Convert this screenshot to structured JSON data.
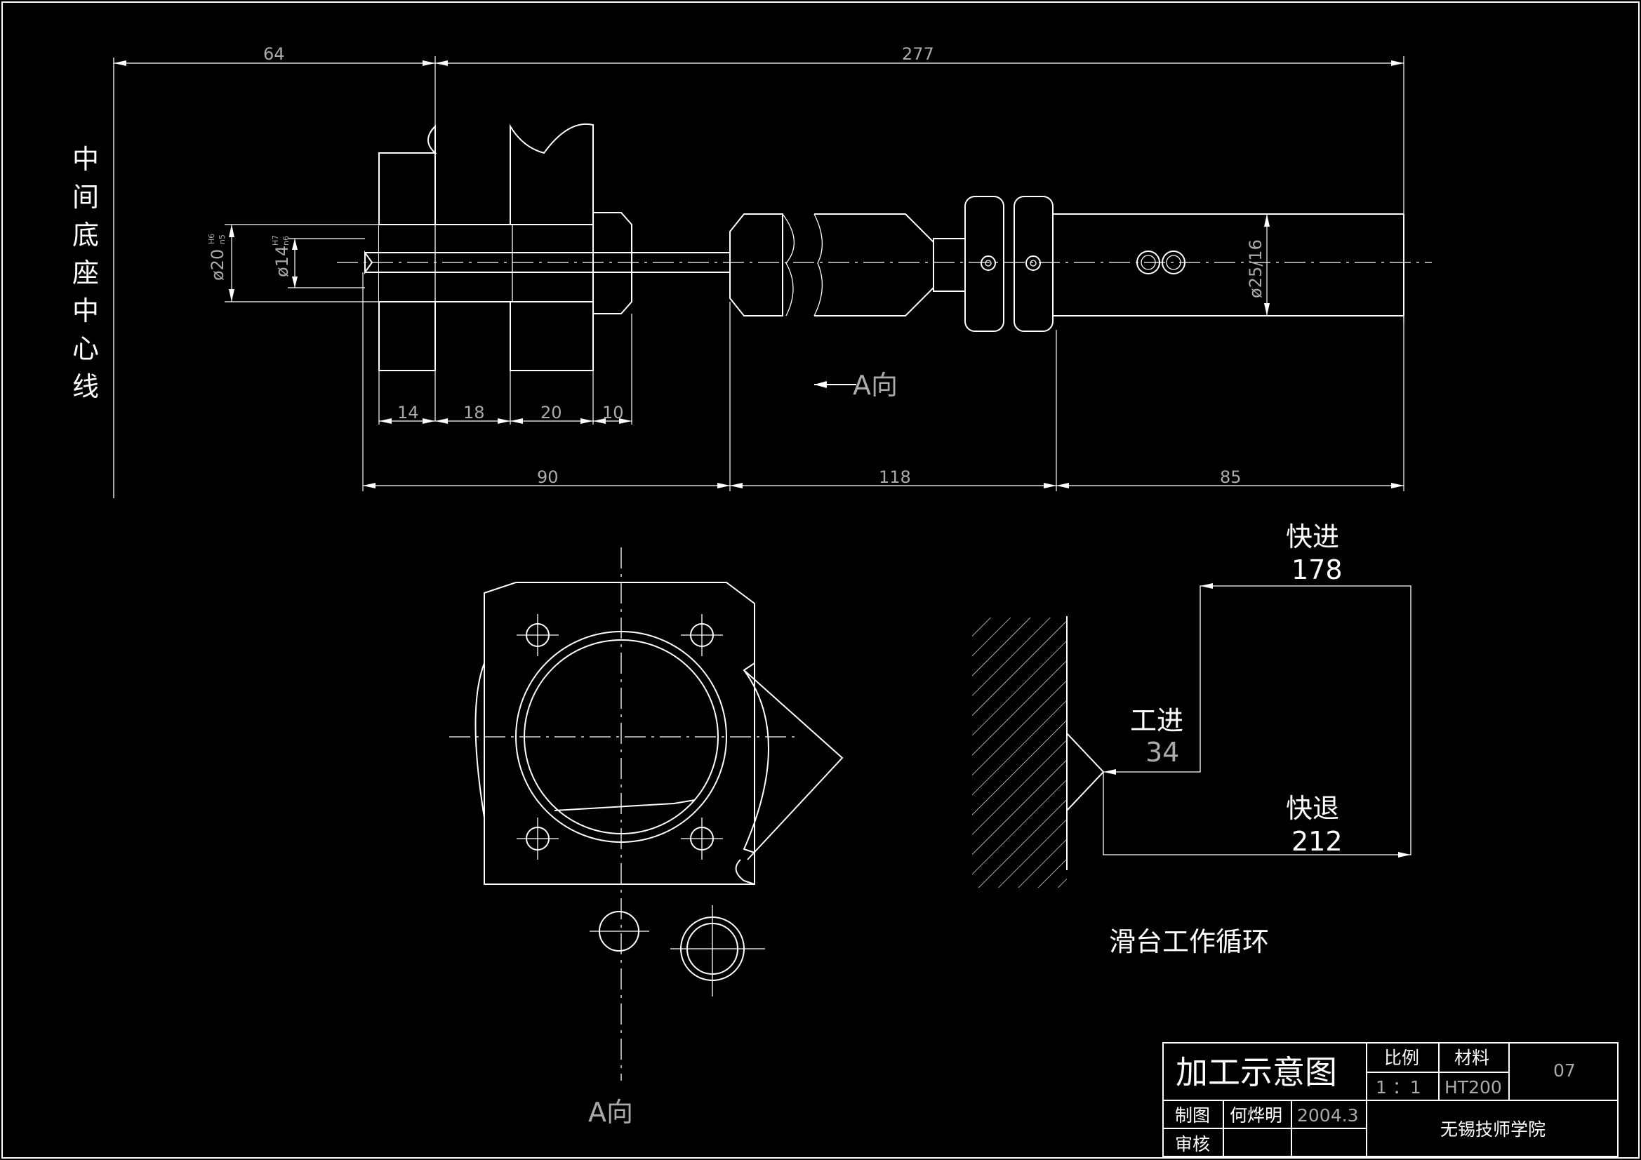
{
  "side_label": [
    "中",
    "间",
    "底",
    "座",
    "中",
    "心",
    "线"
  ],
  "dimensions": {
    "top_left": "64",
    "top_right": "277",
    "seg1": "14",
    "seg2": "18",
    "seg3": "20",
    "seg4": "10",
    "bottom1": "90",
    "bottom2": "118",
    "bottom3": "85",
    "dia_hole": "ø20",
    "dia_hole_tol": "H6",
    "dia_hole_tol2": "n5",
    "dia_pin": "ø14",
    "dia_pin_tol": "H7",
    "dia_pin_tol2": "n6",
    "dia_shank": "ø25/16"
  },
  "view_arrow_label": "A向",
  "view_label": "A向",
  "cycle": {
    "fast_forward_label": "快进",
    "fast_forward_value": "178",
    "work_feed_label": "工进",
    "work_feed_value": "34",
    "fast_return_label": "快退",
    "fast_return_value": "212",
    "title": "滑台工作循环"
  },
  "title_block": {
    "drawing_title": "加工示意图",
    "scale_header": "比例",
    "material_header": "材料",
    "scale_value": "1 ：1",
    "material_value": "HT200",
    "drawing_no": "07",
    "drawn_label": "制图",
    "drawn_by": "何烨明",
    "date": "2004.3",
    "checked_label": "审核",
    "institution": "无锡技师学院"
  }
}
